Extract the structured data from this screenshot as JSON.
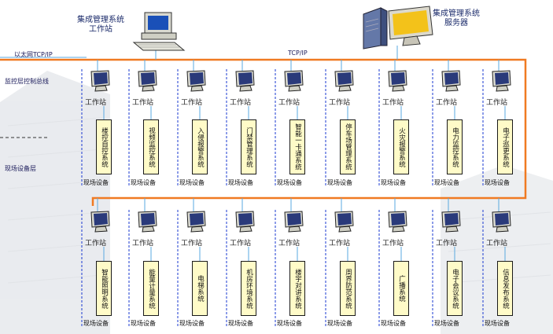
{
  "labels": {
    "ethernet": "以太网TCP/IP",
    "tcpip": "TCP/IP",
    "monitor_bus": "监控层控制总线",
    "field_layer": "现场设备层",
    "mgmt_workstation_line1": "集成管理系统",
    "mgmt_workstation_line2": "工作站",
    "mgmt_server_line1": "集成管理系统",
    "mgmt_server_line2": "服务器",
    "workstation": "工作站",
    "field_device": "现场设备"
  },
  "colors": {
    "bus_orange": "#f07a22",
    "wire_blue": "#5aa9e0",
    "box_fill": "#fffbc8"
  },
  "row1": [
    "楼控自控系统",
    "视频监控系统",
    "入侵报警系统",
    "门禁管理系统",
    "智能一卡通系统",
    "停车场管理系统",
    "火灾报警系统",
    "电力监控系统",
    "电子巡更系统"
  ],
  "row2": [
    "智能照明系统",
    "能量计量系统",
    "电梯系统",
    "机房环境系统",
    "楼宇对讲系统",
    "周界防范系统",
    "广播系统",
    "电子会议系统",
    "信息发布系统"
  ]
}
